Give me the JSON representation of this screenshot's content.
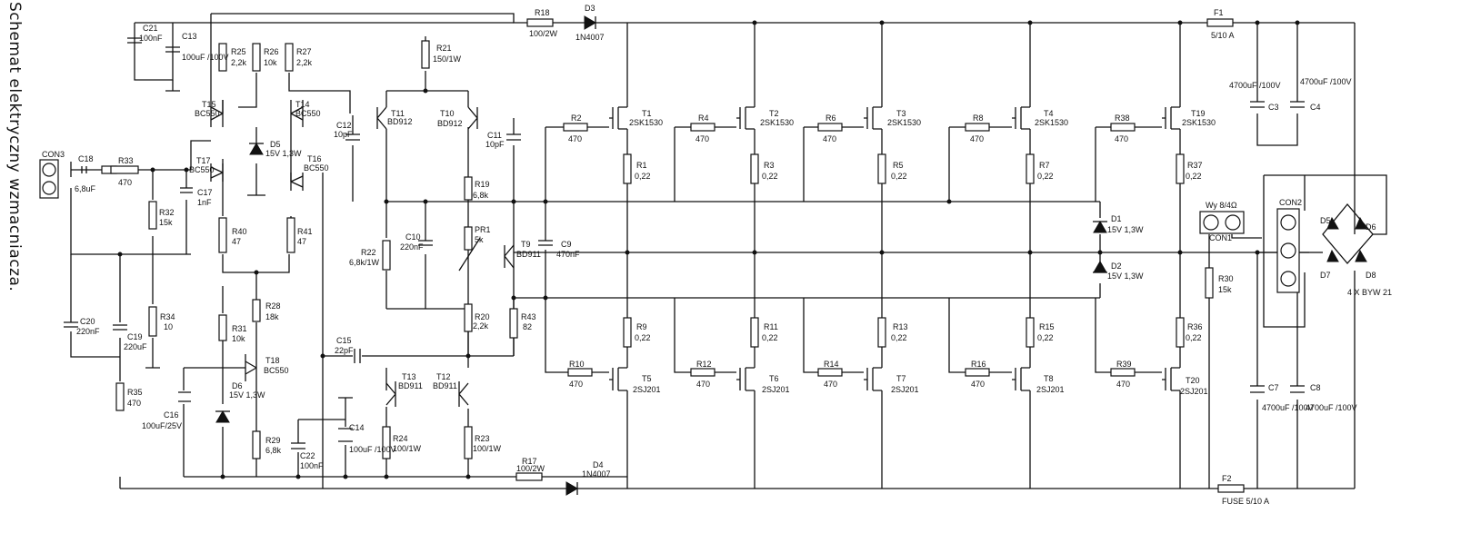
{
  "caption": "Schemat elektryczny wzmacniacza.",
  "colors": {
    "ink": "#111111",
    "background": "#ffffff"
  },
  "components": {
    "R18": {
      "ref": "R18",
      "value": "100/2W"
    },
    "D3": {
      "ref": "D3",
      "value": "1N4007"
    },
    "F1": {
      "ref": "F1",
      "value": "5/10 A"
    },
    "C21": {
      "ref": "C21",
      "value": "100nF"
    },
    "C13": {
      "ref": "C13",
      "value": "100uF /100V"
    },
    "R25": {
      "ref": "R25",
      "value": "2,2k"
    },
    "R26": {
      "ref": "R26",
      "value": "10k"
    },
    "R27": {
      "ref": "R27",
      "value": "2,2k"
    },
    "R21": {
      "ref": "R21",
      "value": "150/1W"
    },
    "T15": {
      "ref": "T15",
      "value": "BC550"
    },
    "T14": {
      "ref": "T14",
      "value": "BC550"
    },
    "D5": {
      "ref": "D5",
      "value": "15V 1,3W"
    },
    "T17": {
      "ref": "T17",
      "value": "BC550"
    },
    "T16": {
      "ref": "T16",
      "value": "BC550"
    },
    "CON3": {
      "ref": "CON3",
      "value": ""
    },
    "C18": {
      "ref": "C18",
      "value": "6,8uF"
    },
    "R33": {
      "ref": "R33",
      "value": "470"
    },
    "C17": {
      "ref": "C17",
      "value": "1nF"
    },
    "R32": {
      "ref": "R32",
      "value": "15k"
    },
    "R40": {
      "ref": "R40",
      "value": "47"
    },
    "R41": {
      "ref": "R41",
      "value": "47"
    },
    "R34": {
      "ref": "R34",
      "value": "10"
    },
    "C20": {
      "ref": "C20",
      "value": "220nF"
    },
    "C19": {
      "ref": "C19",
      "value": "220uF"
    },
    "R35": {
      "ref": "R35",
      "value": "470"
    },
    "R28": {
      "ref": "R28",
      "value": "18k"
    },
    "R31": {
      "ref": "R31",
      "value": "10k"
    },
    "T18": {
      "ref": "T18",
      "value": "BC550"
    },
    "D6": {
      "ref": "D6",
      "value": "15V 1,3W"
    },
    "C16": {
      "ref": "C16",
      "value": "100uF/25V"
    },
    "R29": {
      "ref": "R29",
      "value": "6,8k"
    },
    "C22": {
      "ref": "C22",
      "value": "100nF"
    },
    "C14": {
      "ref": "C14",
      "value": "100uF /100V"
    },
    "C12": {
      "ref": "C12",
      "value": "10pF"
    },
    "T11": {
      "ref": "T11",
      "value": "BD912"
    },
    "T10": {
      "ref": "T10",
      "value": "BD912"
    },
    "C11": {
      "ref": "C11",
      "value": "10pF"
    },
    "R19": {
      "ref": "R19",
      "value": "6,8k"
    },
    "R22": {
      "ref": "R22",
      "value": "6,8k/1W"
    },
    "C10": {
      "ref": "C10",
      "value": "220nF"
    },
    "PR1": {
      "ref": "PR1",
      "value": "5k"
    },
    "T9": {
      "ref": "T9",
      "value": "BD911"
    },
    "C9": {
      "ref": "C9",
      "value": "470nF"
    },
    "R20": {
      "ref": "R20",
      "value": "2,2k"
    },
    "R43": {
      "ref": "R43",
      "value": "82"
    },
    "C15": {
      "ref": "C15",
      "value": "22pF"
    },
    "T13": {
      "ref": "T13",
      "value": "BD911"
    },
    "T12": {
      "ref": "T12",
      "value": "BD911"
    },
    "R24": {
      "ref": "R24",
      "value": "100/1W"
    },
    "R23": {
      "ref": "R23",
      "value": "100/1W"
    },
    "R17": {
      "ref": "R17",
      "value": "100/2W"
    },
    "D4": {
      "ref": "D4",
      "value": "1N4007"
    },
    "R2": {
      "ref": "R2",
      "value": "470"
    },
    "T1": {
      "ref": "T1",
      "value": "2SK1530"
    },
    "R1": {
      "ref": "R1",
      "value": "0,22"
    },
    "R4": {
      "ref": "R4",
      "value": "470"
    },
    "T2": {
      "ref": "T2",
      "value": "2SK1530"
    },
    "R3": {
      "ref": "R3",
      "value": "0,22"
    },
    "R6": {
      "ref": "R6",
      "value": "470"
    },
    "T3": {
      "ref": "T3",
      "value": "2SK1530"
    },
    "R5": {
      "ref": "R5",
      "value": "0,22"
    },
    "R8": {
      "ref": "R8",
      "value": "470"
    },
    "T4": {
      "ref": "T4",
      "value": "2SK1530"
    },
    "R7": {
      "ref": "R7",
      "value": "0,22"
    },
    "R38": {
      "ref": "R38",
      "value": "470"
    },
    "T19": {
      "ref": "T19",
      "value": "2SK1530"
    },
    "R37": {
      "ref": "R37",
      "value": "0,22"
    },
    "R9": {
      "ref": "R9",
      "value": "0,22"
    },
    "R10": {
      "ref": "R10",
      "value": "470"
    },
    "T5": {
      "ref": "T5",
      "value": "2SJ201"
    },
    "R11": {
      "ref": "R11",
      "value": "0,22"
    },
    "R12": {
      "ref": "R12",
      "value": "470"
    },
    "T6": {
      "ref": "T6",
      "value": "2SJ201"
    },
    "R13": {
      "ref": "R13",
      "value": "0,22"
    },
    "R14": {
      "ref": "R14",
      "value": "470"
    },
    "T7": {
      "ref": "T7",
      "value": "2SJ201"
    },
    "R15": {
      "ref": "R15",
      "value": "0,22"
    },
    "R16": {
      "ref": "R16",
      "value": "470"
    },
    "T8": {
      "ref": "T8",
      "value": "2SJ201"
    },
    "R36": {
      "ref": "R36",
      "value": "0,22"
    },
    "R39": {
      "ref": "R39",
      "value": "470"
    },
    "T20": {
      "ref": "T20",
      "value": "2SJ201"
    },
    "D1": {
      "ref": "D1",
      "value": "15V 1,3W"
    },
    "D2": {
      "ref": "D2",
      "value": "15V 1,3W"
    },
    "R30": {
      "ref": "R30",
      "value": "15k"
    },
    "C3": {
      "ref": "C3",
      "value": "4700uF /100V"
    },
    "C4": {
      "ref": "C4",
      "value": "4700uF /100V"
    },
    "C7": {
      "ref": "C7",
      "value": "4700uF /100V"
    },
    "C8": {
      "ref": "C8",
      "value": "4700uF /100V"
    },
    "F2": {
      "ref": "F2",
      "value": "FUSE 5/10 A"
    },
    "CON1": {
      "ref": "CON1",
      "value": "Wy 8/4Ω"
    },
    "CON2": {
      "ref": "CON2",
      "value": ""
    },
    "D5b": {
      "ref": "D5",
      "value": ""
    },
    "D6b": {
      "ref": "D6",
      "value": ""
    },
    "D7": {
      "ref": "D7",
      "value": ""
    },
    "D8": {
      "ref": "D8",
      "value": ""
    },
    "bridge_note": "4 X BYW 21"
  }
}
